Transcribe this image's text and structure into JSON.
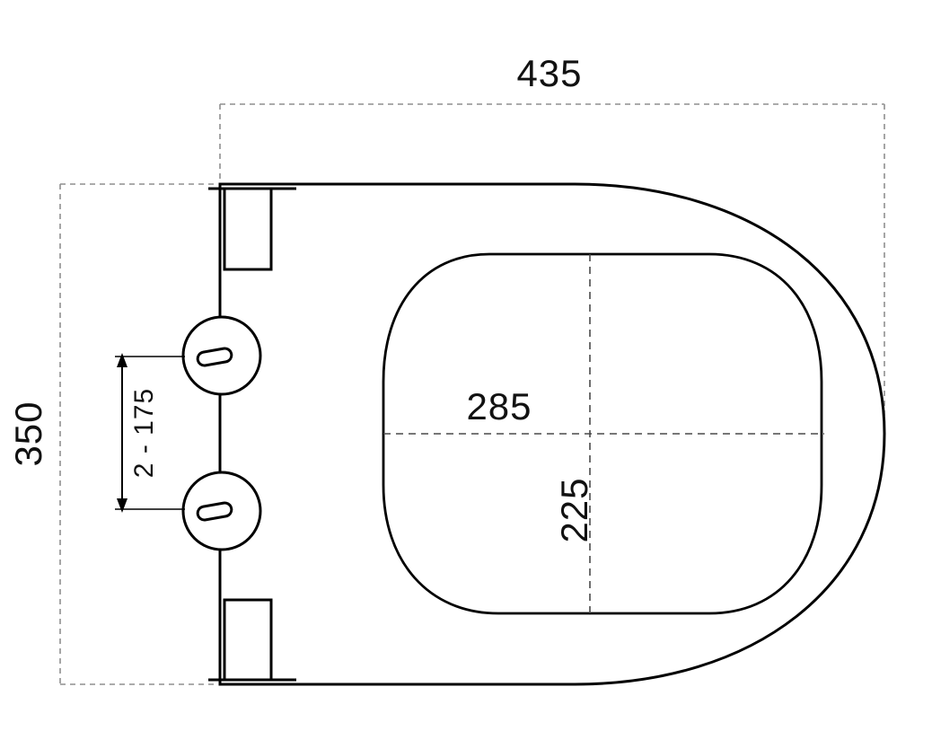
{
  "drawing": {
    "labels": {
      "overall_width": "435",
      "overall_depth": "350",
      "inner_width": "285",
      "inner_depth": "225",
      "hinge_hole_spacing": "2 - 175"
    },
    "colors": {
      "outline": "#000000",
      "dashed_dimension": "#8f8f8f",
      "centerline": "#4a4a4a",
      "text": "#111111",
      "background": "#ffffff"
    }
  }
}
